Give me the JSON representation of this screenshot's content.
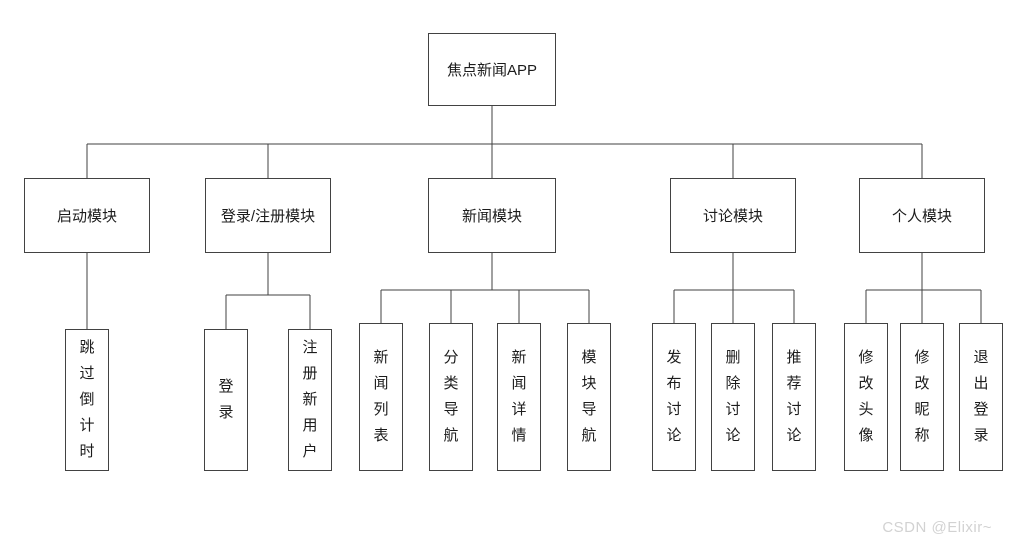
{
  "diagram": {
    "root": {
      "label": "焦点新闻APP"
    },
    "modules": [
      {
        "label": "启动模块",
        "children": [
          {
            "label": "跳过倒计时"
          }
        ]
      },
      {
        "label": "登录/注册模块",
        "children": [
          {
            "label": "登录"
          },
          {
            "label": "注册新用户"
          }
        ]
      },
      {
        "label": "新闻模块",
        "children": [
          {
            "label": "新闻列表"
          },
          {
            "label": "分类导航"
          },
          {
            "label": "新闻详情"
          },
          {
            "label": "模块导航"
          }
        ]
      },
      {
        "label": "讨论模块",
        "children": [
          {
            "label": "发布讨论"
          },
          {
            "label": "删除讨论"
          },
          {
            "label": "推荐讨论"
          }
        ]
      },
      {
        "label": "个人模块",
        "children": [
          {
            "label": "修改头像"
          },
          {
            "label": "修改昵称"
          },
          {
            "label": "退出登录"
          }
        ]
      }
    ]
  },
  "watermark": {
    "text": "CSDN @Elixir~"
  },
  "colors": {
    "background": "#ffffff",
    "box_border": "#424242",
    "line": "#424242",
    "text": "#1c1c1c",
    "watermark_text": "#d2d2d2"
  }
}
